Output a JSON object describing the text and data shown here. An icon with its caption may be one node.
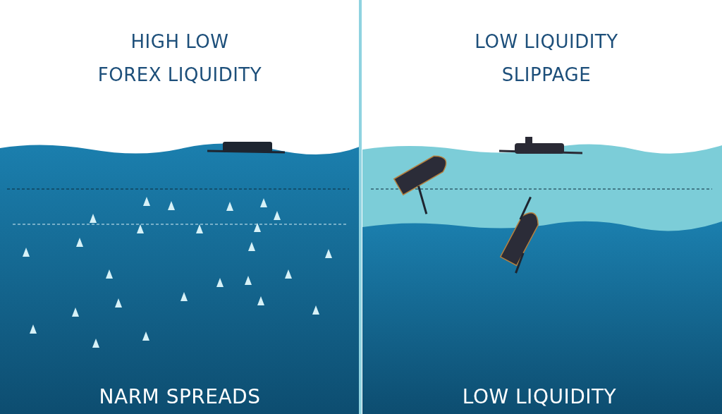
{
  "diagram": {
    "labels": [
      "HIGH LOW",
      "FOREX LIQUIDITY",
      "LOW LIQUIDITY",
      "SLIPPAGE",
      "NARM SPREADS",
      "LOW LIQUIDITY"
    ]
  }
}
